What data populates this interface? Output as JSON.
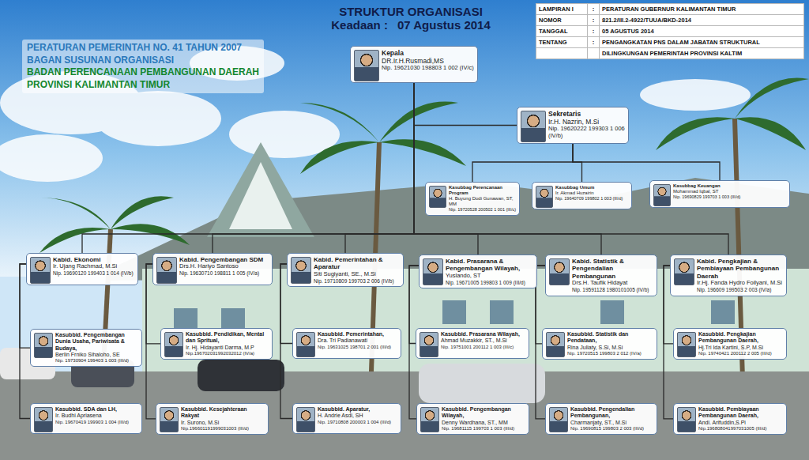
{
  "diagram": {
    "title": "STRUKTUR ORGANISASI",
    "nodes": [
      {
        "text": [
          "Kepala",
          "DR.Ir.H.Rusmadi,MS",
          "Nip. 19621030 198803 1 002 (IV/c)"
        ]
      },
      {
        "text": [
          "Sekretaris",
          "Ir.H. Nazrin, M.Si",
          "Nip. 19620222 199303 1 006 (IV/b)"
        ]
      },
      {
        "text": [
          "Kasubbag Perencanaan Program",
          "H. Buyung Dodi Gunawan, ST, MM",
          "Nip. 19720528 200502 1 001 (III/c)"
        ]
      },
      {
        "text": [
          "Kasubbag Umum",
          "Ir. Akmad Huzairin",
          "Nip. 19640709 199802 1 003 (III/d)"
        ]
      },
      {
        "text": [
          "Kasubbag Keuangan",
          "Mohammad Iqbal, ST",
          "Nip. 19690829 199703 1 003 (III/d)"
        ]
      },
      {
        "text": [
          "Kabid. Ekonomi",
          "Ir. Ujang Rachmad, M.Si",
          "Nip. 19690120 199403 1 014 (IV/b)"
        ]
      },
      {
        "text": [
          "Kabid. Pengembangan SDM",
          "Drs.H. Hariyo Santoso",
          "Nip. 19630710 198811 1 005 (IV/a)"
        ]
      },
      {
        "text": [
          "Kabid. Pemerintahan & Aparatur",
          "Siti Sugiyanti, SE., M.Si",
          "Nip. 19710809 199703 2 006 (IV/b)"
        ]
      },
      {
        "text": [
          "Kabid. Prasarana & Pengembangan Wilayah,",
          "Yuslando, ST",
          "Nip. 19671005 199803 1 009 (III/d)"
        ]
      },
      {
        "text": [
          "Kabid. Statistik & Pengendalian Pembangunan",
          "Drs.H. Taufik Hidayat",
          "Nip. 19591128 1980101005 (IV/b)"
        ]
      },
      {
        "text": [
          "Kabid. Pengkajian & Pembiayaan Pembangunan Daerah",
          "Ir.Hj. Fanda Hydro Foilyani, M.Si",
          "Nip. 196609 199503 2 003 (IV/a)"
        ]
      },
      {
        "text": [
          "Kasubbid. Pengembangan Dunia Usaha, Pariwisata & Budaya,",
          "Berlin Frniko Sihaloho, SE",
          "Nip. 19730904 199403 1 003 (III/d)"
        ]
      },
      {
        "text": [
          "Kasubbid. Pendidikan, Mental dan Spritual,",
          "Ir. Hj. Hidayanti Darma, M.P",
          "Nip.196702031992032012 (IV/a)"
        ]
      },
      {
        "text": [
          "Kasubbid. Pemerintahan,",
          "Dra. Tri Padianawati",
          "Nip. 19631025 198701 2 001 (III/d)"
        ]
      },
      {
        "text": [
          "Kasubbid. Prasarana Wilayah,",
          "Ahmad Muzakkir, ST., M.Si",
          "Nip. 19751001 200112 1 003 (III/c)"
        ]
      },
      {
        "text": [
          "Kasubbid. Statistik dan Pendataan,",
          "Rina Juliaty, S.Si, M.Si",
          "Nip. 19720515 199803 2 012 (IV/a)"
        ]
      },
      {
        "text": [
          "Kasubbid. Pengkajian Pembangunan Daerah,",
          "Hj.Tri Ida Kartini, S.P, M.Si",
          "Nip. 19740421 200112 2 005 (III/d)"
        ]
      },
      {
        "text": [
          "Kasubbid. SDA dan LH,",
          "Ir. Budhi Apriasena",
          "Nip. 19670419 199903 1 004 (III/d)"
        ]
      },
      {
        "text": [
          "Kasubbid. Kesejahteraan Rakyat",
          "Ir. Surono, M.Si",
          "Nip.196601191999031003 (III/d)"
        ]
      },
      {
        "text": [
          "Kasubbid. Aparatur,",
          "H. Andrie Asdi, SH",
          "Nip. 19710808 200003 1 004 (III/d)"
        ]
      },
      {
        "text": [
          "Kasubbid. Pengembangan Wilayah,",
          "Denny Wardhana, ST., MM",
          "Nip. 19681115 199703 1 003 (III/d)"
        ]
      },
      {
        "text": [
          "Kasubbid. Pengendalian Pembangunan,",
          "Charmanjaty, ST., M.Si",
          "Nip. 19690815 199803 2 003 (III/d)"
        ]
      },
      {
        "text": [
          "Kasubbid. Pembiayaan Pembangunan Daerah,",
          "Andi. Arifuddin,S.Pi",
          "Nip.196808041997031005 (III/d)"
        ]
      }
    ],
    "edges": [
      {
        "from": 0,
        "to": 1,
        "arrow": "none"
      },
      {
        "from": 1,
        "to": 2,
        "arrow": "none"
      },
      {
        "from": 1,
        "to": 3,
        "arrow": "none"
      },
      {
        "from": 1,
        "to": 4,
        "arrow": "none"
      },
      {
        "from": 0,
        "to": 5,
        "arrow": "none"
      },
      {
        "from": 0,
        "to": 6,
        "arrow": "none"
      },
      {
        "from": 0,
        "to": 7,
        "arrow": "none"
      },
      {
        "from": 0,
        "to": 8,
        "arrow": "none"
      },
      {
        "from": 0,
        "to": 9,
        "arrow": "none"
      },
      {
        "from": 0,
        "to": 10,
        "arrow": "none"
      },
      {
        "from": 5,
        "to": 11,
        "arrow": "none"
      },
      {
        "from": 5,
        "to": 17,
        "arrow": "none"
      },
      {
        "from": 6,
        "to": 12,
        "arrow": "none"
      },
      {
        "from": 6,
        "to": 18,
        "arrow": "none"
      },
      {
        "from": 7,
        "to": 13,
        "arrow": "none"
      },
      {
        "from": 7,
        "to": 19,
        "arrow": "none"
      },
      {
        "from": 8,
        "to": 14,
        "arrow": "none"
      },
      {
        "from": 8,
        "to": 20,
        "arrow": "none"
      },
      {
        "from": 9,
        "to": 15,
        "arrow": "none"
      },
      {
        "from": 9,
        "to": 21,
        "arrow": "none"
      },
      {
        "from": 10,
        "to": 16,
        "arrow": "none"
      },
      {
        "from": 10,
        "to": 22,
        "arrow": "none"
      }
    ],
    "labels": [
      "Keadaan :",
      "07 Agustus 2014",
      "PERATURAN PEMERINTAH NO. 41 TAHUN 2007",
      "BAGAN SUSUNAN ORGANISASI",
      "BADAN PERENCANAAN PEMBANGUNAN DAERAH",
      "PROVINSI KALIMANTAN TIMUR",
      "LAMPIRAN I",
      ":",
      "PERATURAN GUBERNUR KALIMANTAN TIMUR",
      "NOMOR",
      ":",
      "821.2/III.2-4922/TUUA/BKD-2014",
      "TANGGAL",
      ":",
      "05 AGUSTUS 2014",
      "TENTANG",
      ":",
      "PENGANGKATAN PNS DALAM JABATAN STRUKTURAL",
      "DILINGKUNGAN PEMERINTAH PROVINSI KALTIM"
    ]
  }
}
